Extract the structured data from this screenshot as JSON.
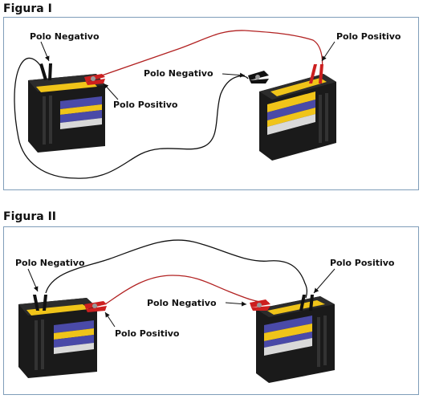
{
  "figures": [
    {
      "title": "Figura I",
      "labels": {
        "left_negative": "Polo Negativo",
        "left_positive": "Polo Positivo",
        "right_negative": "Polo Negativo",
        "right_positive": "Polo Positivo"
      }
    },
    {
      "title": "Figura II",
      "labels": {
        "left_negative": "Polo Negativo",
        "left_positive": "Polo Positivo",
        "right_negative": "Polo Negativo",
        "right_positive": "Polo Positivo"
      }
    }
  ],
  "colors": {
    "border": "#7f9db9",
    "battery_body": "#1a1a1a",
    "battery_top": "#2c2c2c",
    "stripe_yellow": "#f0c419",
    "stripe_blue": "#4a4aa8",
    "stripe_white": "#d9d9d9",
    "cable_red": "#b22222",
    "cable_black": "#111111",
    "clamp_red": "#cc1f1f",
    "clamp_black": "#111111"
  }
}
